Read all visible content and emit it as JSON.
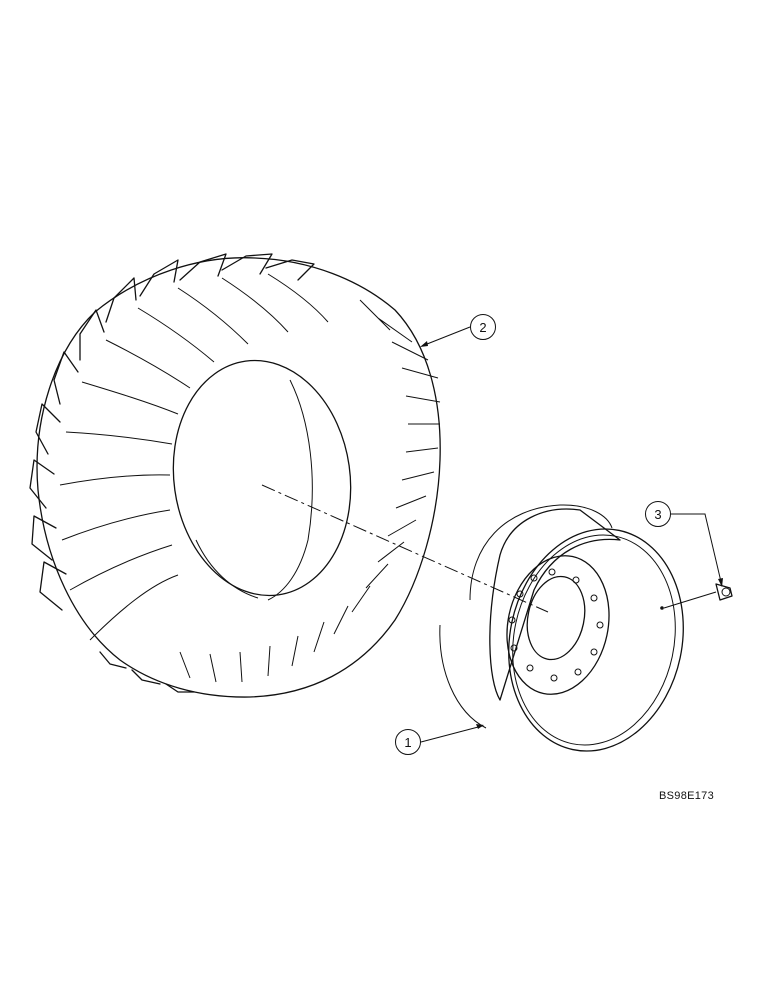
{
  "callouts": [
    {
      "id": "1",
      "label": "1"
    },
    {
      "id": "2",
      "label": "2"
    },
    {
      "id": "3",
      "label": "3"
    }
  ],
  "reference_code": "BS98E173"
}
